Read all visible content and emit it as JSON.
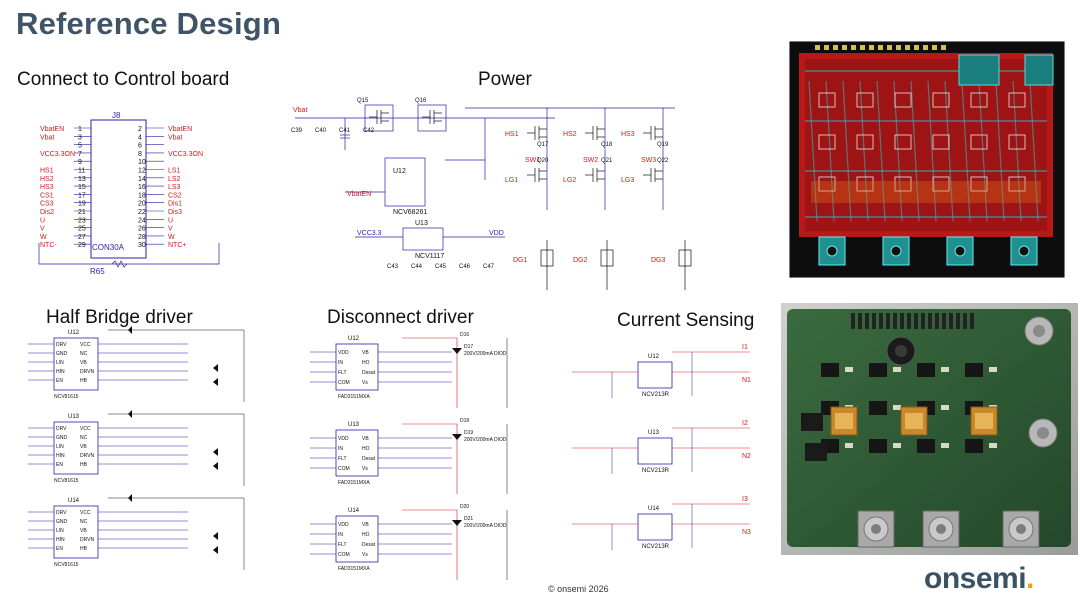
{
  "title": "Reference Design",
  "sections": {
    "connect": "Connect to Control board",
    "power": "Power",
    "half_bridge": "Half Bridge driver",
    "disconnect": "Disconnect driver",
    "current": "Current Sensing"
  },
  "connector": {
    "ref": "J8",
    "part": "CON30A",
    "resistor": "R65",
    "left_nets": [
      "VbatEN",
      "Vbat",
      "",
      "VCC3.3ON",
      "",
      "HS1",
      "HS2",
      "HS3",
      "CS1",
      "CS3",
      "Dis2",
      "U",
      "V",
      "W",
      "NTC-"
    ],
    "left_pins": [
      "1",
      "3",
      "5",
      "7",
      "9",
      "11",
      "13",
      "15",
      "17",
      "19",
      "21",
      "23",
      "25",
      "27",
      "29"
    ],
    "right_pins": [
      "2",
      "4",
      "6",
      "8",
      "10",
      "12",
      "14",
      "16",
      "18",
      "20",
      "22",
      "24",
      "26",
      "28",
      "30"
    ],
    "right_nets": [
      "VbatEN",
      "Vbat",
      "",
      "VCC3.3ON",
      "",
      "LS1",
      "LS2",
      "LS3",
      "CS2",
      "Dis1",
      "Dis3",
      "U",
      "V",
      "W",
      "NTC+"
    ]
  },
  "power": {
    "mosfets": [
      "Q15",
      "Q16",
      "Q17",
      "Q18",
      "Q19",
      "Q20",
      "Q21",
      "Q22"
    ],
    "regulator": "U12",
    "regulator_part": "NCV68261",
    "ldo": "U13",
    "ldo_part": "NCV1117",
    "nets": [
      "Vbat",
      "VbatEN",
      "HS1",
      "HS2",
      "HS3",
      "SW1",
      "SW2",
      "SW3",
      "LG1",
      "LG2",
      "LG3",
      "VCC3.3",
      "VDD",
      "DG1",
      "DG2",
      "DG3"
    ],
    "caps": [
      "C39",
      "C40",
      "C41",
      "C42",
      "C43",
      "C44",
      "C45",
      "C46",
      "C47"
    ]
  },
  "half_bridge": {
    "drivers": [
      "U12",
      "U13",
      "U14"
    ],
    "driver_part": "NCV81615",
    "pins": [
      "DRV",
      "VCC",
      "GND",
      "NC",
      "LIN",
      "VB",
      "HIN",
      "DRVN",
      "EN",
      "HB"
    ]
  },
  "disconnect": {
    "drivers": [
      "U12",
      "U13",
      "U14"
    ],
    "driver_part": "FAD3151MXA",
    "pins": [
      "VDD",
      "VB",
      "IN",
      "HO",
      "FLT",
      "Desat",
      "COM",
      "Vs"
    ],
    "diodes": [
      "D16",
      "D17",
      "D18",
      "D19",
      "D20",
      "D21"
    ],
    "diode_note": "200V/200mA DIOD"
  },
  "current": {
    "amps": [
      "U12",
      "U13",
      "U14"
    ],
    "amp_part": "NCV213R",
    "outputs": [
      "I1",
      "I2",
      "I3"
    ],
    "nodes": [
      "N1",
      "N2",
      "N3"
    ]
  },
  "footer": {
    "copyright": "© onsemi 2026",
    "logo": "onsemi"
  },
  "colors": {
    "title": "#3f5467",
    "schematic_wire": "#2b1fa8",
    "schematic_net": "#d21c1c",
    "pcb_bg": "#0d0d0d",
    "pcb_copper": "#b81818",
    "pcb_trace": "#29c4c4",
    "board_green": "#2f5a35",
    "logo": "#3a5363",
    "logo_accent": "#f59c1a"
  }
}
